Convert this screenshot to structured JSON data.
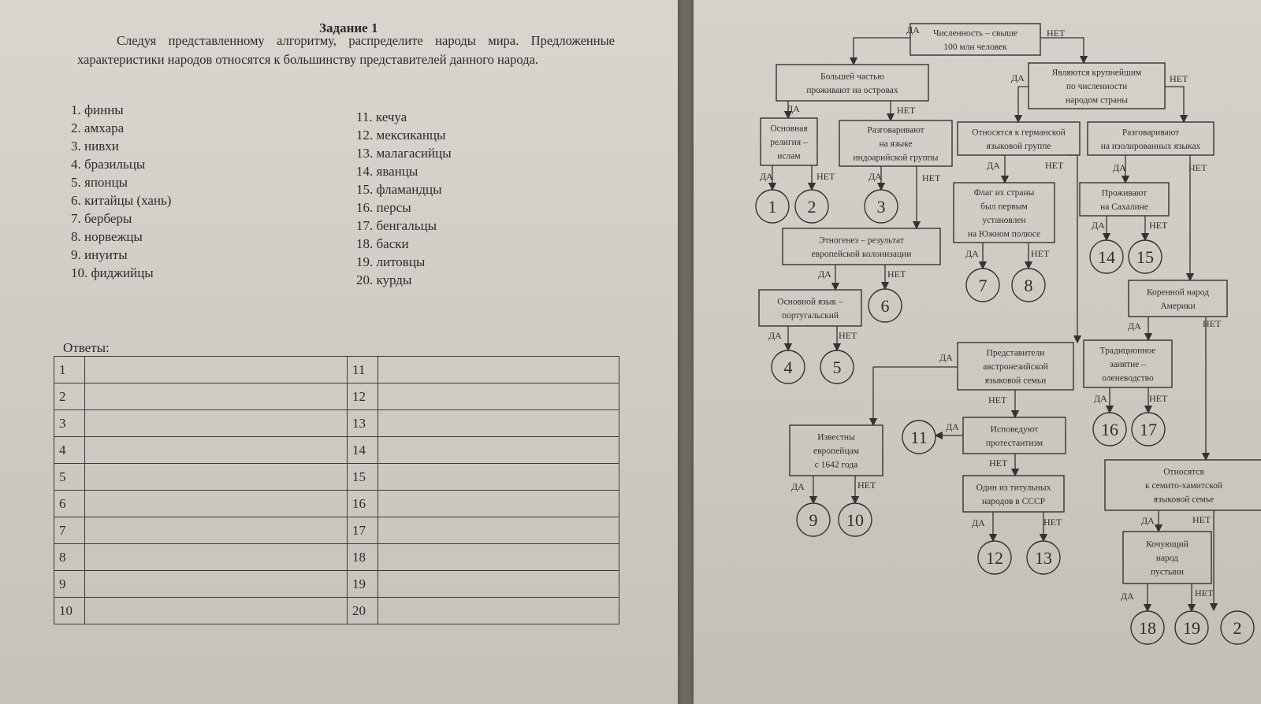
{
  "task": {
    "title": "Задание 1",
    "intro": "Следуя представленному алгоритму, распределите народы мира. Предложенные характеристики народов относятся к большинству представителей данного народа."
  },
  "peoples_left": [
    "1. финны",
    "2. амхара",
    "3. нивхи",
    "4. бразильцы",
    "5. японцы",
    "6. китайцы (хань)",
    "7. берберы",
    "8. норвежцы",
    "9. инуиты",
    "10. фиджийцы"
  ],
  "peoples_right": [
    "11. кечуа",
    "12. мексиканцы",
    "13. малагасийцы",
    "14. яванцы",
    "15. фламандцы",
    "16. персы",
    "17. бенгальцы",
    "18. баски",
    "19. литовцы",
    "20. курды"
  ],
  "answers": {
    "label": "Ответы:",
    "rows": [
      [
        "1",
        "11"
      ],
      [
        "2",
        "12"
      ],
      [
        "3",
        "13"
      ],
      [
        "4",
        "14"
      ],
      [
        "5",
        "15"
      ],
      [
        "6",
        "16"
      ],
      [
        "7",
        "17"
      ],
      [
        "8",
        "18"
      ],
      [
        "9",
        "19"
      ],
      [
        "10",
        "20"
      ]
    ]
  },
  "tree": {
    "yes": "ДА",
    "no": "НЕТ",
    "nodes": {
      "root": [
        "Численность – свыше",
        "100 млн человек"
      ],
      "islands": [
        "Большей частью",
        "проживают на островах"
      ],
      "largest": [
        "Являются крупнейшим",
        "по численности",
        "народом страны"
      ],
      "islam": [
        "Основная",
        "религия –",
        "ислам"
      ],
      "indoaryan": [
        "Разговаривают",
        "на языке",
        "индоарийской группы"
      ],
      "germanic": [
        "Относятся к германской",
        "языковой группе"
      ],
      "isolated": [
        "Разговаривают",
        "на изолированных языках"
      ],
      "flag": [
        "Флаг их страны",
        "был первым",
        "установлен",
        "на Южном полюсе"
      ],
      "sakhalin": [
        "Проживают",
        "на Сахалине"
      ],
      "ethnogenesis": [
        "Этногенез – результат",
        "европейской колонизации"
      ],
      "portuguese": [
        "Основной язык –",
        "португальский"
      ],
      "indigenous": [
        "Коренной народ",
        "Америки"
      ],
      "austronesian": [
        "Представители",
        "австронезийской",
        "языковой семьи"
      ],
      "reindeer": [
        "Традиционное",
        "занятие –",
        "оленеводство"
      ],
      "known1642": [
        "Известны",
        "европейцам",
        "с 1642 года"
      ],
      "protestant": [
        "Исповедуют",
        "протестантизм"
      ],
      "semitic": [
        "Относятся",
        "к семито-хамитской",
        "языковой семье"
      ],
      "ussr": [
        "Один из титульных",
        "народов в СССР"
      ],
      "nomad": [
        "Кочующий",
        "народ",
        "пустыни"
      ]
    },
    "leaves": [
      "1",
      "2",
      "3",
      "6",
      "7",
      "8",
      "14",
      "15",
      "4",
      "5",
      "11",
      "16",
      "17",
      "9",
      "10",
      "12",
      "13",
      "18",
      "19",
      "2"
    ]
  }
}
